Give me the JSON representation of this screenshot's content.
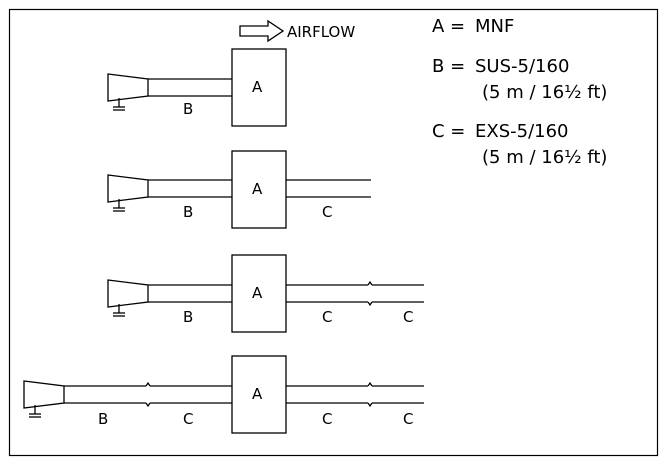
{
  "airflow": {
    "label": "AIRFLOW"
  },
  "legend": {
    "a": {
      "key": "A =",
      "value": "MNF"
    },
    "b": {
      "key": "B =",
      "value": "SUS-5/160",
      "detail": "(5 m / 16½ ft)"
    },
    "c": {
      "key": "C =",
      "value": "EXS-5/160",
      "detail": "(5 m / 16½ ft)"
    }
  },
  "labels": {
    "a": "A",
    "b": "B",
    "c": "C"
  },
  "configurations": [
    {
      "upstream": [
        "B"
      ],
      "unit": "A",
      "downstream": []
    },
    {
      "upstream": [
        "B"
      ],
      "unit": "A",
      "downstream": [
        "C"
      ]
    },
    {
      "upstream": [
        "B"
      ],
      "unit": "A",
      "downstream": [
        "C",
        "C"
      ]
    },
    {
      "upstream": [
        "B",
        "C"
      ],
      "unit": "A",
      "downstream": [
        "C",
        "C"
      ]
    }
  ]
}
